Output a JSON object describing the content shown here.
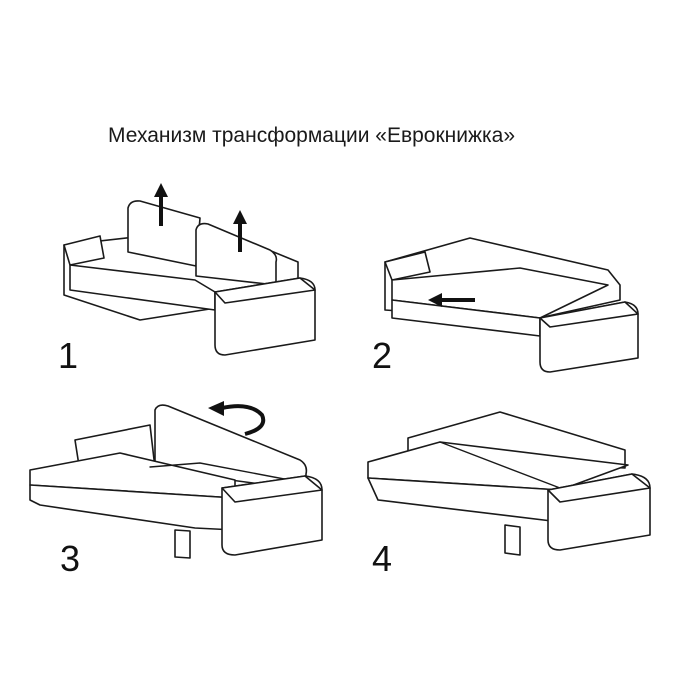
{
  "title": "Механизм трансформации «Еврокнижка»",
  "steps": [
    {
      "number": "1"
    },
    {
      "number": "2"
    },
    {
      "number": "3"
    },
    {
      "number": "4"
    }
  ]
}
